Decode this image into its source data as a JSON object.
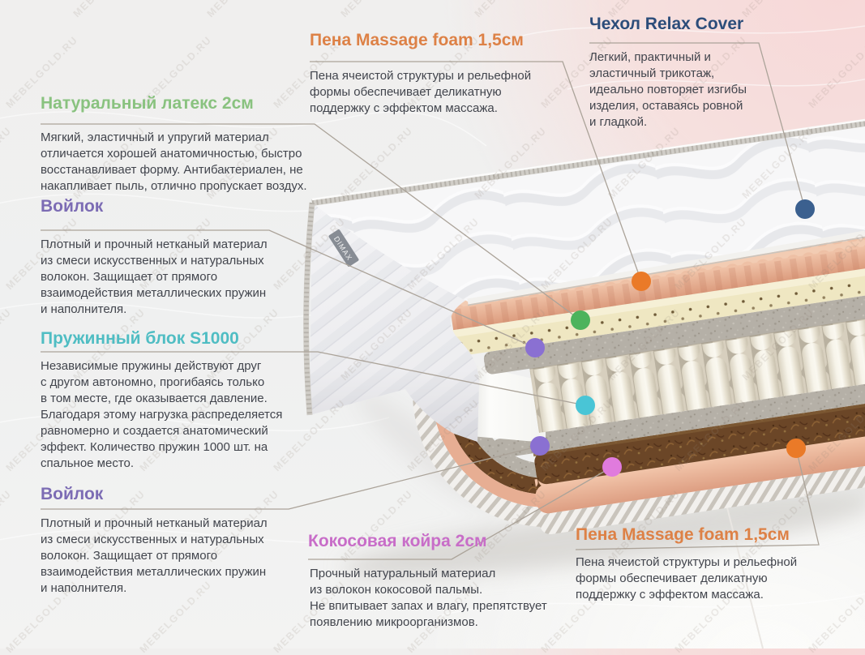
{
  "watermark": {
    "text": "MEBELGOLD.RU"
  },
  "brand_tag": "DIMAX",
  "callouts": [
    {
      "title": "Натуральный латекс 2см",
      "color": "#89c27f",
      "dot_color": "#4cb35c",
      "body": "Мягкий, эластичный и упругий материал\nотличается хорошей анатомичностью, быстро\nвосстанавливает форму. Антибактериален, не\nнакапливает пыль, отлично пропускает воздух."
    },
    {
      "title": "Войлок",
      "color": "#7c6cb4",
      "dot_color": "#8a70d2",
      "body": "Плотный и прочный нетканый материал\nиз смеси искусственных и натуральных\nволокон. Защищает от прямого\nвзаимодействия металлических пружин\nи наполнителя."
    },
    {
      "title": "Пружинный блок S1000",
      "color": "#4fbdc3",
      "dot_color": "#49c5d6",
      "body": "Независимые пружины действуют друг\nс другом автономно, прогибаясь только\nв том месте, где оказывается давление.\nБлагодаря этому нагрузка распределяется\nравномерно и создается анатомический\nэффект. Количество пружин 1000 шт. на\nспальное место."
    },
    {
      "title": "Войлок",
      "color": "#7c6cb4",
      "dot_color": "#8a70d2",
      "body": "Плотный и прочный нетканый материал\nиз смеси искусственных и натуральных\nволокон. Защищает от прямого\nвзаимодействия металлических пружин\nи наполнителя."
    },
    {
      "title": "Пена Massage foam 1,5см",
      "color": "#dd8146",
      "dot_color": "#ea7a28",
      "body": "Пена ячеистой структуры и рельефной\nформы обеспечивает деликатную\nподдержку с эффектом массажа."
    },
    {
      "title": "Чехол Relax Cover",
      "color": "#2c4d7a",
      "dot_color": "#3b608f",
      "body": "Легкий, практичный и\nэластичный трикотаж,\nидеально повторяет изгибы\nизделия, оставаясь ровной\nи гладкой."
    },
    {
      "title": "Кокосовая койра 2см",
      "color": "#c86dc8",
      "dot_color": "#e07bdd",
      "body": "Прочный натуральный материал\nиз волокон кокосовой пальмы.\nНе впитывает запах и влагу, препятствует\nпоявлению микроорганизмов."
    },
    {
      "title": "Пена Massage foam 1,5см",
      "color": "#dd8146",
      "dot_color": "#ea7a28",
      "body": "Пена ячеистой структуры и рельефной\nформы обеспечивает деликатную\nподдержку с эффектом массажа."
    }
  ]
}
